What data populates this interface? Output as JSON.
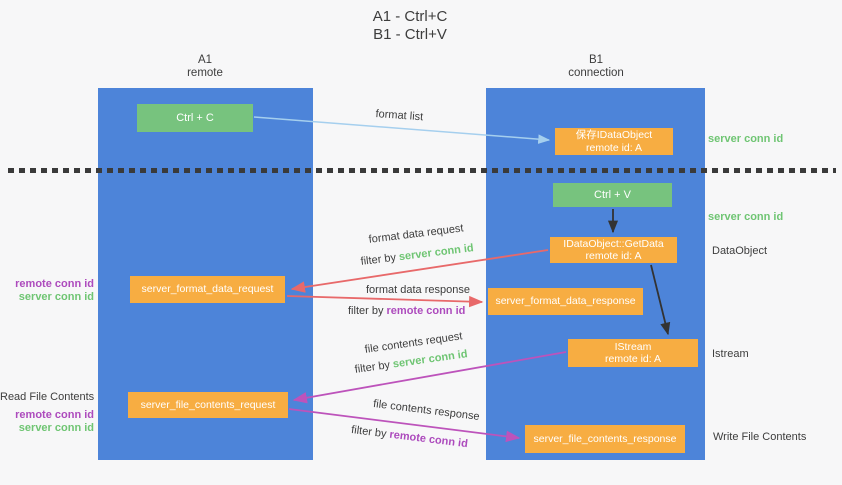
{
  "title": {
    "line1": "A1 - Ctrl+C",
    "line2": "B1 - Ctrl+V"
  },
  "lanes": {
    "a": {
      "name": "A1",
      "subtitle": "remote"
    },
    "b": {
      "name": "B1",
      "subtitle": "connection"
    }
  },
  "nodes": {
    "ctrl_c": "Ctrl + C",
    "ctrl_v": "Ctrl + V",
    "save_dataobject": {
      "line1": "保存IDataObject",
      "line2": "remote id: A"
    },
    "getdata": {
      "line1": "IDataObject::GetData",
      "line2": "remote id: A"
    },
    "istream": {
      "line1": "IStream",
      "line2": "remote id: A"
    },
    "format_request": "server_format_data_request",
    "format_response": "server_format_data_response",
    "file_request": "server_file_contents_request",
    "file_response": "server_file_contents_response"
  },
  "labels": {
    "format_list": "format list",
    "format_data_request": "format data request",
    "format_data_response": "format data response",
    "file_contents_request": "file contents request",
    "file_contents_response": "file contents response",
    "filter_by": "filter by ",
    "server_conn_id": "server conn id",
    "remote_conn_id": "remote conn id",
    "dataobject": "DataObject",
    "istream": "Istream",
    "read_file_contents": "Read File Contents",
    "write_file_contents": "Write File Contents"
  },
  "colors": {
    "bg": "#f7f7f8",
    "lane_blue": "#4d84d9",
    "box_green": "#77c37e",
    "box_orange": "#f7ad42",
    "text_dark": "#3d3d3d",
    "green_label": "#6fc573",
    "purple_label": "#ad4bbd",
    "arrow_red": "#e8696a",
    "arrow_magenta": "#bd53bb",
    "arrow_blue": "#a5cfee",
    "arrow_black": "#333333",
    "dotted_line": "#3a3a3a"
  }
}
